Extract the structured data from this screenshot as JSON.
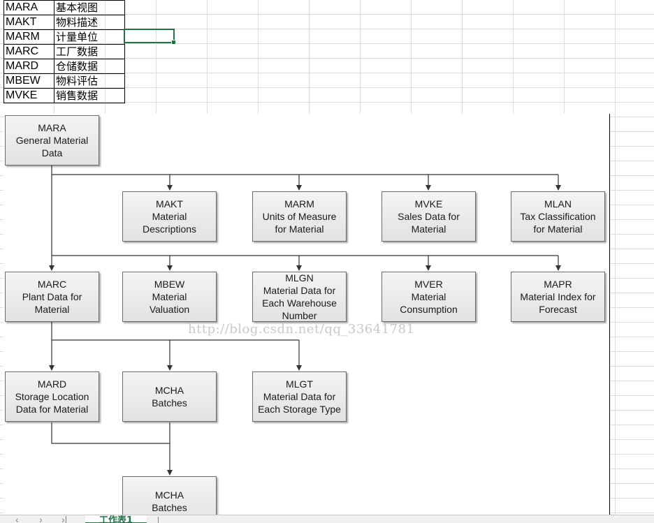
{
  "table_rows": [
    {
      "code": "MARA",
      "desc": "基本视图"
    },
    {
      "code": "MAKT",
      "desc": "物料描述"
    },
    {
      "code": "MARM",
      "desc": "计量单位"
    },
    {
      "code": "MARC",
      "desc": "工厂数据"
    },
    {
      "code": "MARD",
      "desc": "仓储数据"
    },
    {
      "code": "MBEW",
      "desc": "物料评估"
    },
    {
      "code": "MVKE",
      "desc": "销售数据"
    }
  ],
  "diagram": {
    "boxes": {
      "mara": [
        "MARA",
        "General Material",
        "Data"
      ],
      "makt": [
        "MAKT",
        "Material",
        "Descriptions"
      ],
      "marm": [
        "MARM",
        "Units of Measure",
        "for Material"
      ],
      "mvke": [
        "MVKE",
        "Sales Data for",
        "Material"
      ],
      "mlan": [
        "MLAN",
        "Tax Classification",
        "for Material"
      ],
      "marc": [
        "MARC",
        "Plant Data for",
        "Material"
      ],
      "mbew": [
        "MBEW",
        "Material",
        "Valuation"
      ],
      "mlgn": [
        "MLGN",
        "Material Data for",
        "Each Warehouse",
        "Number"
      ],
      "mver": [
        "MVER",
        "Material",
        "Consumption"
      ],
      "mapr": [
        "MAPR",
        "Material Index for",
        "Forecast"
      ],
      "mard": [
        "MARD",
        "Storage Location",
        "Data for Material"
      ],
      "mcha": [
        "MCHA",
        "Batches"
      ],
      "mlgt": [
        "MLGT",
        "Material Data for",
        "Each Storage Type"
      ],
      "mcha2": [
        "MCHA",
        "Batches"
      ]
    },
    "watermark": "http://blog.csdn.net/qq_33641781"
  },
  "sheet_tabs": {
    "active": "工作表1"
  },
  "colors": {
    "selection": "#217346",
    "gridline": "#dadcdf"
  }
}
